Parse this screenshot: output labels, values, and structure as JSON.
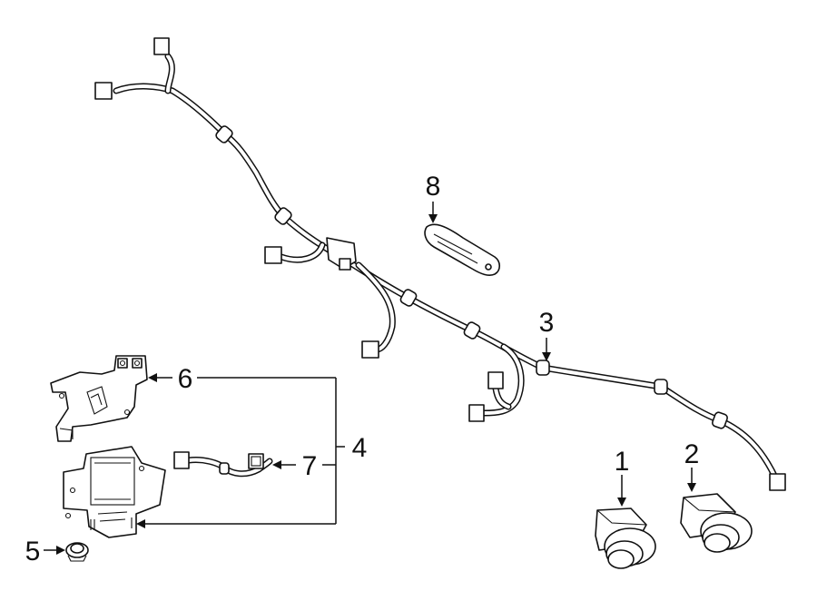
{
  "callouts": {
    "c1": "1",
    "c2": "2",
    "c3": "3",
    "c4": "4",
    "c5": "5",
    "c6": "6",
    "c7": "7",
    "c8": "8"
  },
  "parts": [
    {
      "callout": "1",
      "item": "front-park-sensor"
    },
    {
      "callout": "2",
      "item": "front-park-sensor"
    },
    {
      "callout": "3",
      "item": "wire-harness"
    },
    {
      "callout": "4",
      "item": "park-assist-module-kit"
    },
    {
      "callout": "5",
      "item": "push-fastener"
    },
    {
      "callout": "6",
      "item": "module-bracket"
    },
    {
      "callout": "7",
      "item": "jumper-wire"
    },
    {
      "callout": "8",
      "item": "sensor-retainer"
    }
  ]
}
